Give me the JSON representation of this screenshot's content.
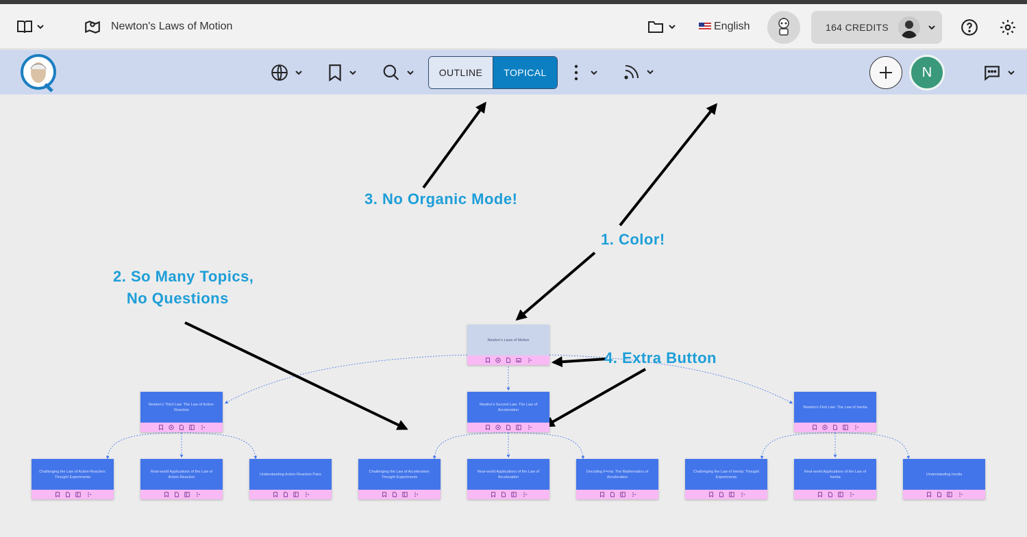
{
  "app": {
    "document_title": "Newton's Laws of Motion",
    "language": "English",
    "credits": "164 CREDITS"
  },
  "toolbar": {
    "outline_label": "OUTLINE",
    "topical_label": "TOPICAL",
    "user_initial": "N"
  },
  "annotations": [
    {
      "id": "a1",
      "text": "1. Color!"
    },
    {
      "id": "a2",
      "text": "2. So Many Topics,\n   No Questions"
    },
    {
      "id": "a3",
      "text": "3. No Organic Mode!"
    },
    {
      "id": "a4",
      "text": "4. Extra Button"
    }
  ],
  "map": {
    "root": {
      "label": "Newton's Laws of Motion"
    },
    "level1": [
      {
        "label": "Newton's Third Law: The Law of Action-Reaction"
      },
      {
        "label": "Newton's Second Law: The Law of Acceleration"
      },
      {
        "label": "Newton's First Law: The Law of Inertia"
      }
    ],
    "level2": [
      {
        "label": "Challenging the Law of Action-Reaction: Thought Experiments"
      },
      {
        "label": "Real-world Applications of the Law of Action-Reaction"
      },
      {
        "label": "Understanding Action-Reaction Pairs"
      },
      {
        "label": "Challenging the Law of Acceleration: Thought Experiments"
      },
      {
        "label": "Real-world Applications of the Law of Acceleration"
      },
      {
        "label": "Decoding F=ma: The Mathematics of Acceleration"
      },
      {
        "label": "Challenging the Law of Inertia: Thought Experiments"
      },
      {
        "label": "Real-world Applications of the Law of Inertia"
      },
      {
        "label": "Understanding Inertia"
      }
    ]
  },
  "colors": {
    "topical_active": "#0b7fc1",
    "toolbar_bg": "#cdd8ef",
    "node_blue": "#4275ea",
    "node_root": "#cad5ec",
    "node_footer": "#f8b9f4",
    "annotation": "#1d9ed8",
    "avatar_green": "#39997a"
  },
  "icons": [
    "book-icon",
    "map-icon",
    "folder-icon",
    "robot-icon",
    "help-icon",
    "settings-icon",
    "globe-icon",
    "bookmark-icon",
    "search-icon",
    "more-vertical-icon",
    "rss-icon",
    "plus-icon",
    "chat-icon"
  ]
}
